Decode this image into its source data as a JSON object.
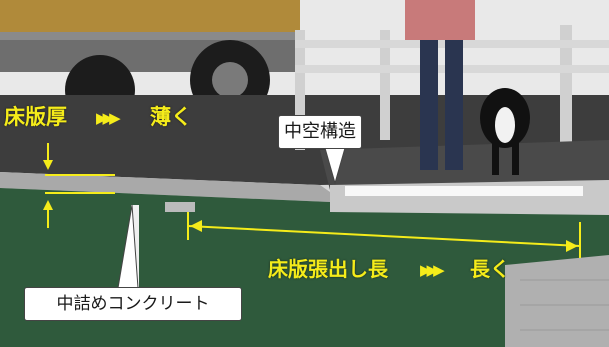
{
  "labels": {
    "slab_thickness": "床版厚",
    "thinner": "薄く",
    "hollow_structure": "中空構造",
    "slab_overhang_length": "床版張出し長",
    "longer": "長く",
    "infill_concrete": "中詰めコンクリート"
  },
  "arrow_glyph": "▶▶▶",
  "colors": {
    "label_yellow": "#f5ec1a",
    "asphalt": "#3a3a3a",
    "green_slab": "#2f5a3c",
    "concrete": "#c8c8c8",
    "sky": "#e8e8e8"
  }
}
